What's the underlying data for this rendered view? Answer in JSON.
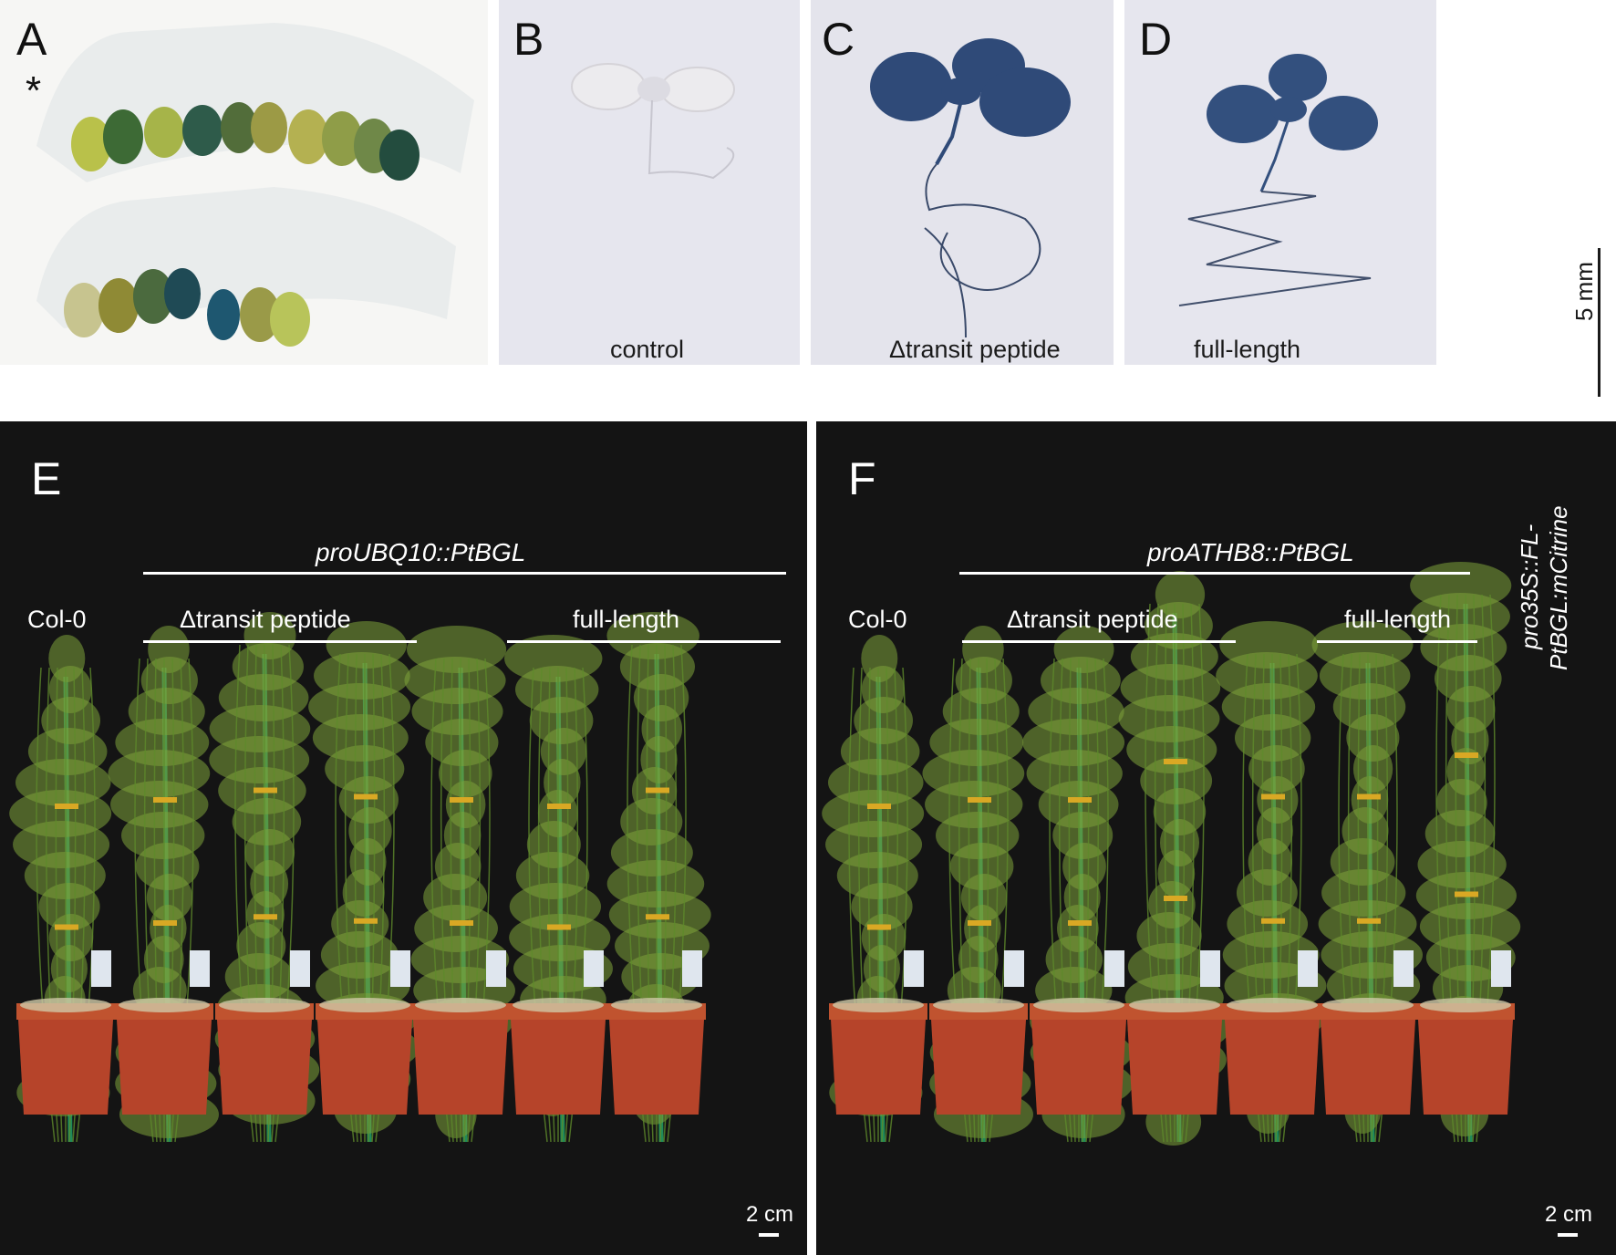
{
  "panels": {
    "A": {
      "label": "A",
      "asterisk": "*"
    },
    "B": {
      "label": "B",
      "caption": "control"
    },
    "C": {
      "label": "C",
      "caption": "Δtransit peptide"
    },
    "D": {
      "label": "D",
      "caption": "full-length",
      "scale_bar": "5 mm"
    },
    "E": {
      "label": "E",
      "construct": "proUBQ10::PtBGL",
      "col0": "Col-0",
      "group1": "Δtransit peptide",
      "group2": "full-length",
      "scale_bar": "2 cm"
    },
    "F": {
      "label": "F",
      "construct": "proATHB8::PtBGL",
      "col0": "Col-0",
      "group1": "Δtransit peptide",
      "group2": "full-length",
      "extra_line1": "pro35S::FL-",
      "extra_line2": "PtBGL:mCitrine",
      "scale_bar": "2 cm"
    }
  },
  "colors": {
    "stain_blue": "#2f4a78",
    "plant_green": "#7da23a",
    "pot": "#b6442a",
    "background_dark": "#141414"
  }
}
